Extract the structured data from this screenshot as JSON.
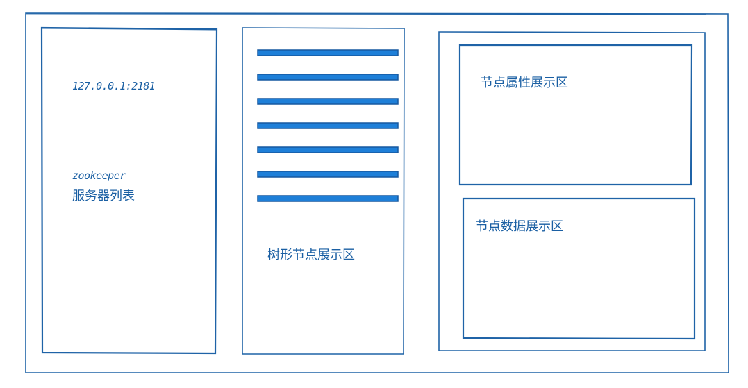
{
  "colors": {
    "stroke": "#1f63a7",
    "tree_bar_fill": "#1e7fd8",
    "tree_bar_edge": "#1759a0",
    "text": "#1a5fa3"
  },
  "server_panel": {
    "address": "127.0.0.1:2181",
    "title_line1": "zookeeper",
    "title_line2": "服务器列表"
  },
  "tree_panel": {
    "node_count": 7,
    "label": "树形节点展示区"
  },
  "attr_panel": {
    "label": "节点属性展示区"
  },
  "data_panel": {
    "label": "节点数据展示区"
  }
}
